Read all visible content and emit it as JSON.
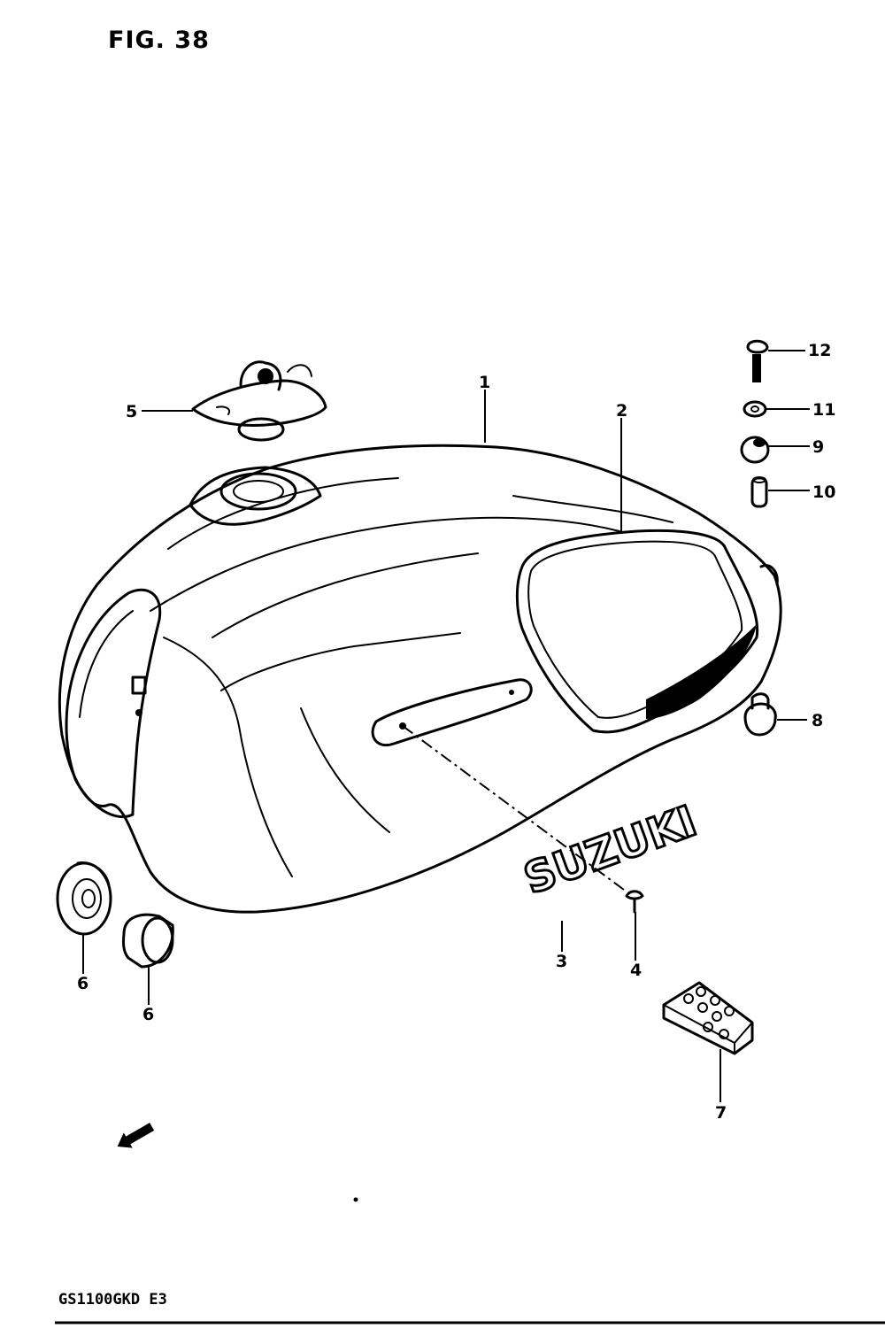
{
  "figure": {
    "title": "FIG. 38"
  },
  "footer": {
    "model_code": "GS1100GKD E3"
  },
  "emblem": {
    "text": "SUZUKI"
  },
  "callouts": [
    {
      "id": "c1",
      "label": "1"
    },
    {
      "id": "c2",
      "label": "2"
    },
    {
      "id": "c3",
      "label": "3"
    },
    {
      "id": "c4",
      "label": "4"
    },
    {
      "id": "c5",
      "label": "5"
    },
    {
      "id": "c6a",
      "label": "6"
    },
    {
      "id": "c6b",
      "label": "6"
    },
    {
      "id": "c7",
      "label": "7"
    },
    {
      "id": "c8",
      "label": "8"
    },
    {
      "id": "c9",
      "label": "9"
    },
    {
      "id": "c10",
      "label": "10"
    },
    {
      "id": "c11",
      "label": "11"
    },
    {
      "id": "c12",
      "label": "12"
    }
  ],
  "icons": {
    "direction_arrow": "front-direction-arrow-icon"
  },
  "colors": {
    "ink": "#000000",
    "paper": "#ffffff"
  }
}
